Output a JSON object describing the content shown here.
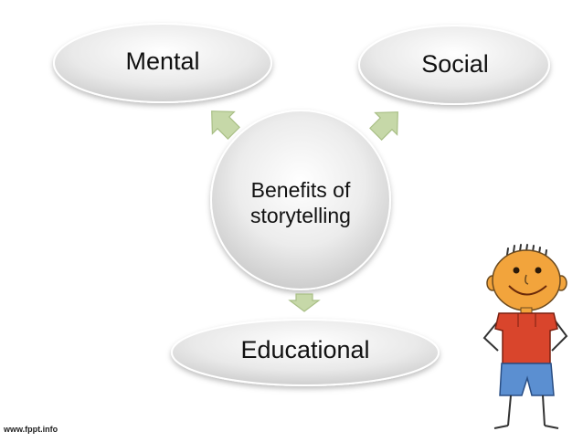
{
  "diagram": {
    "center": {
      "line1": "Benefits of",
      "line2": "storytelling"
    },
    "nodes": {
      "mental": "Mental",
      "social": "Social",
      "educational": "Educational"
    }
  },
  "footer": {
    "watermark": "www.fppt.info"
  },
  "colors": {
    "oval_fill_light": "#ffffff",
    "oval_fill_dark": "#cfcfcf",
    "arrow_fill": "#c6d8a8",
    "arrow_stroke": "#a9bf86",
    "shirt": "#d9452c",
    "shorts": "#5b8fd1",
    "face": "#f2a43c"
  }
}
